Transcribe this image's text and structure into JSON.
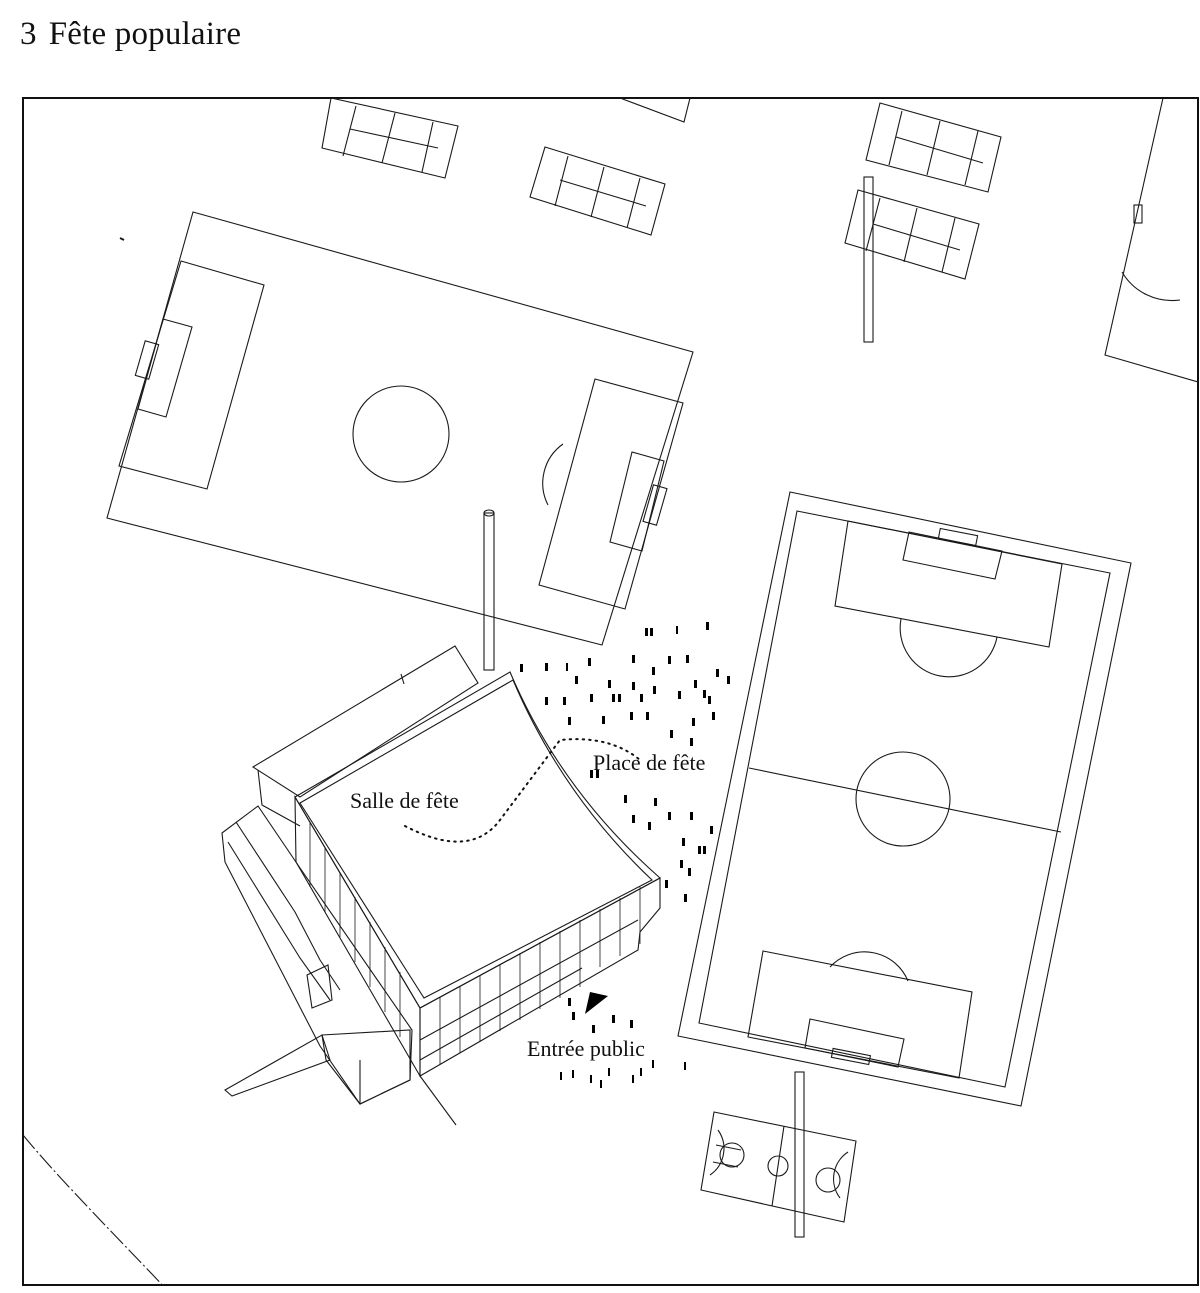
{
  "heading": {
    "number": "3",
    "title": "Fête populaire"
  },
  "labels": {
    "salle": "Salle de fête",
    "place": "Place de fête",
    "entree": "Entrée public"
  },
  "colors": {
    "line": "#1a1a1a",
    "background": "#ffffff",
    "crowd": "#000000"
  }
}
